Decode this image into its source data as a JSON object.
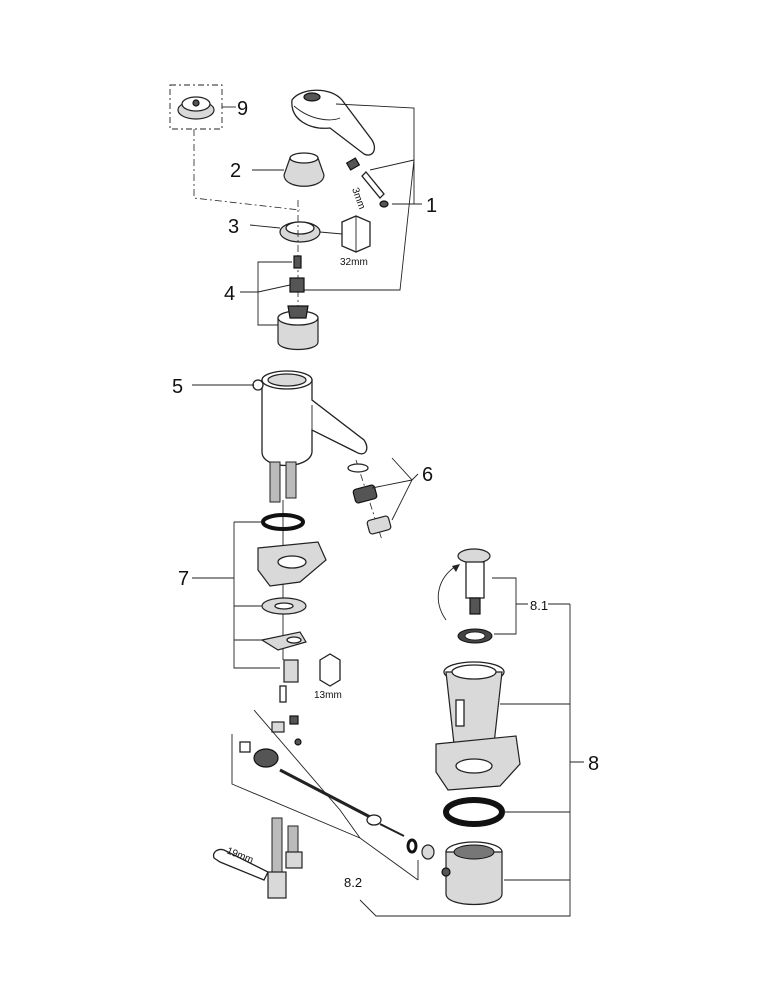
{
  "labels": {
    "p1": "1",
    "p2": "2",
    "p3": "3",
    "p4": "4",
    "p5": "5",
    "p6": "6",
    "p7": "7",
    "p8": "8",
    "p81": "8.1",
    "p82": "8.2",
    "p9": "9"
  },
  "dimensions": {
    "hex_key": "3mm",
    "wrench_32": "32mm",
    "wrench_13": "13mm",
    "spanner_19": "19mm"
  }
}
